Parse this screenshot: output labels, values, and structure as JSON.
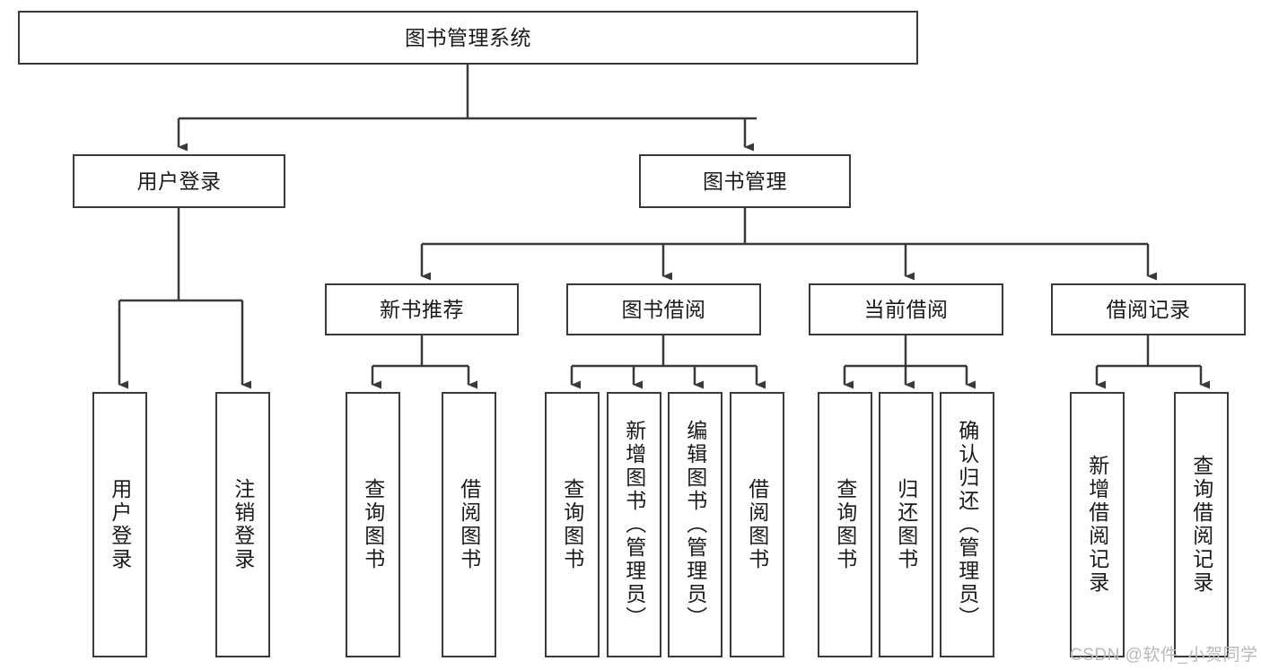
{
  "diagram": {
    "type": "tree-hierarchy",
    "title": "图书管理系统",
    "watermark": "CSDN @软件_小贺同学",
    "colors": {
      "stroke": "#3a3a3a",
      "background": "#ffffff",
      "text": "#1a1a1a",
      "watermark": "#b9b9b9"
    },
    "levels": {
      "root": {
        "label": "图书管理系统"
      },
      "level2": [
        {
          "label": "用户登录"
        },
        {
          "label": "图书管理"
        }
      ],
      "level3": [
        {
          "label": "新书推荐"
        },
        {
          "label": "图书借阅"
        },
        {
          "label": "当前借阅"
        },
        {
          "label": "借阅记录"
        }
      ],
      "leaves": {
        "user_login": [
          {
            "label": "用户登录"
          },
          {
            "label": "注销登录"
          }
        ],
        "new_book_recommend": [
          {
            "label": "查询图书"
          },
          {
            "label": "借阅图书"
          }
        ],
        "book_borrow": [
          {
            "label": "查询图书"
          },
          {
            "label": "新增图书（管理员）"
          },
          {
            "label": "编辑图书（管理员）"
          },
          {
            "label": "借阅图书"
          }
        ],
        "current_borrow": [
          {
            "label": "查询图书"
          },
          {
            "label": "归还图书"
          },
          {
            "label": "确认归还（管理员）"
          }
        ],
        "borrow_records": [
          {
            "label": "新增借阅记录"
          },
          {
            "label": "查询借阅记录"
          }
        ]
      }
    }
  }
}
